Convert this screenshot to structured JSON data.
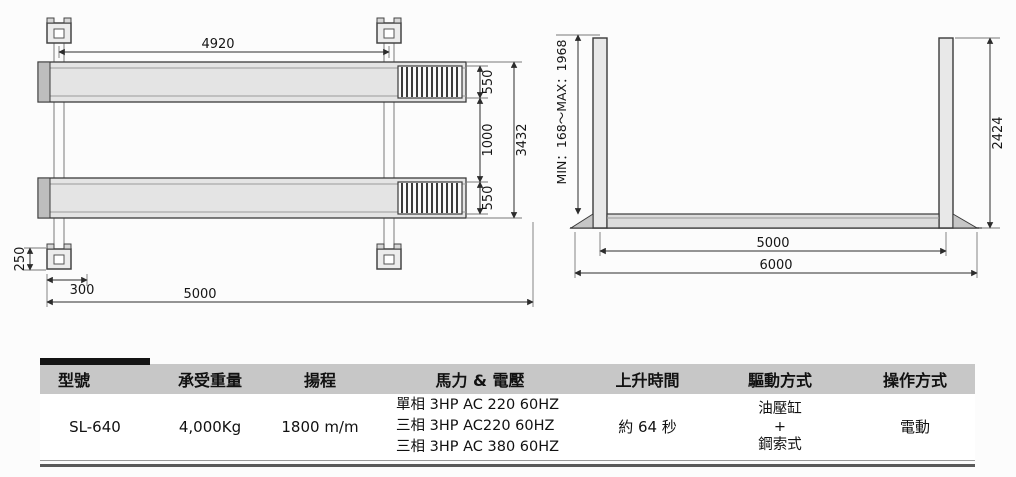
{
  "drawing": {
    "plan_view": {
      "dim_top_span": "4920",
      "dim_ramp_top": "550",
      "dim_center_gap": "1000",
      "dim_ramp_bottom": "550",
      "dim_overall_width": "3432",
      "dim_post_inset": "250",
      "dim_post_offset": "300",
      "dim_overall_length": "5000"
    },
    "elevation_view": {
      "dim_height_range": "MIN：168～MAX：1968",
      "dim_column_height": "2424",
      "dim_inner_span": "5000",
      "dim_overall_length": "6000"
    }
  },
  "spec_table": {
    "headers": [
      "型號",
      "承受重量",
      "揚程",
      "馬力 & 電壓",
      "上升時間",
      "驅動方式",
      "操作方式"
    ],
    "row": {
      "model": "SL-640",
      "capacity": "4,000Kg",
      "lift_height": "1800 m/m",
      "power_lines": [
        "單相 3HP AC 220 60HZ",
        "三相 3HP AC220 60HZ",
        "三相 3HP AC 380 60HZ"
      ],
      "rise_time": "約 64 秒",
      "drive_lines": [
        "油壓缸",
        "+",
        "鋼索式"
      ],
      "operation": "電動"
    }
  }
}
